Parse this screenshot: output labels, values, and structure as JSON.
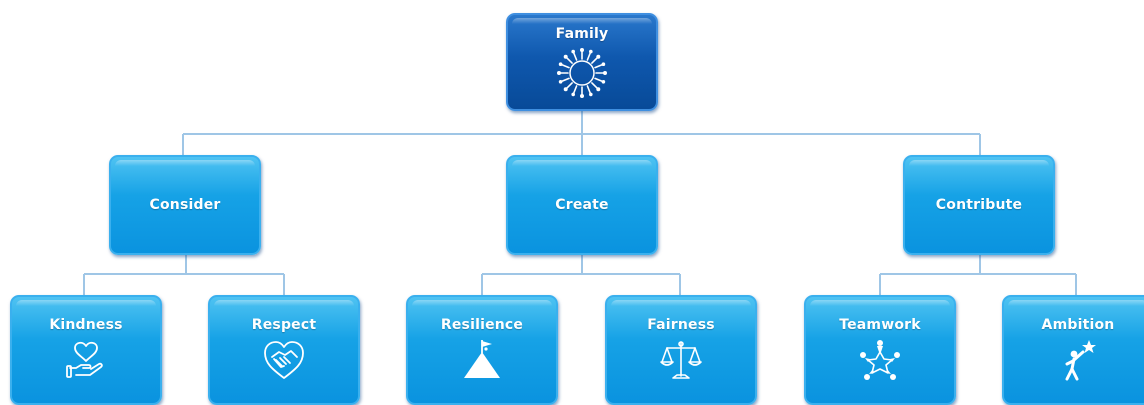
{
  "diagram": {
    "root": {
      "label": "Family",
      "icon": "sun-ring-icon"
    },
    "branches": [
      {
        "label": "Consider",
        "children": [
          {
            "label": "Kindness",
            "icon": "heart-in-hand-icon"
          },
          {
            "label": "Respect",
            "icon": "handshake-heart-icon"
          }
        ]
      },
      {
        "label": "Create",
        "children": [
          {
            "label": "Resilience",
            "icon": "mountain-flag-icon"
          },
          {
            "label": "Fairness",
            "icon": "balance-scale-icon"
          }
        ]
      },
      {
        "label": "Contribute",
        "children": [
          {
            "label": "Teamwork",
            "icon": "team-star-icon"
          },
          {
            "label": "Ambition",
            "icon": "reaching-star-icon"
          }
        ]
      }
    ],
    "colors": {
      "root_fill": "#0f58ae",
      "node_fill": "#16a2e6",
      "connector": "#9fc6e6",
      "text": "#ffffff"
    }
  }
}
